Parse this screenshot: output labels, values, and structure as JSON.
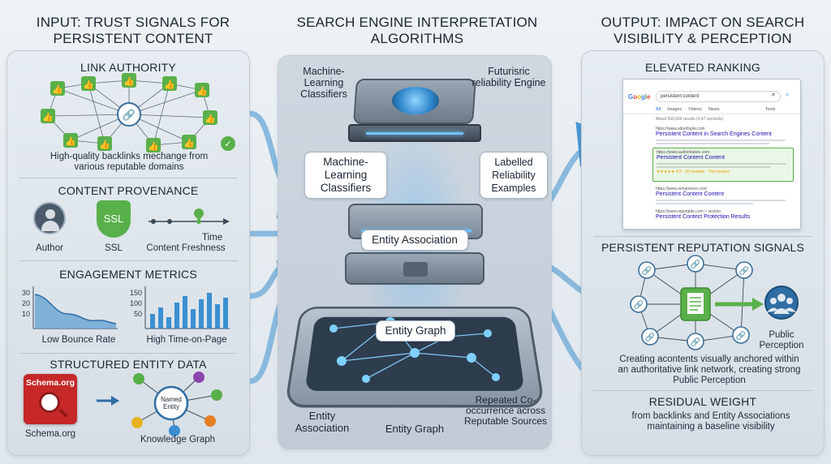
{
  "columns": {
    "input_title": "INPUT: TRUST SIGNALS FOR PERSISTENT CONTENT",
    "engine_title": "SEARCH ENGINE INTERPRETATION ALGORITHMS",
    "output_title": "OUTPUT: IMPACT ON SEARCH VISIBILITY & PERCEPTION"
  },
  "input": {
    "link_authority": {
      "title": "LINK AUTHORITY",
      "caption": "High-quality backlinks mechange from various reputable domains"
    },
    "provenance": {
      "title": "CONTENT PROVENANCE",
      "author": "Author",
      "ssl_badge": "SSL",
      "ssl_label": "SSL",
      "time": "Time",
      "freshness": "Content Freshness"
    },
    "engagement": {
      "title": "ENGAGEMENT METRICS",
      "chart1_ticks": [
        "30",
        "20",
        "10"
      ],
      "chart1_label": "Low Bounce Rate",
      "chart2_ticks": [
        "150",
        "100",
        "50"
      ],
      "chart2_label": "High Time-on-Page"
    },
    "structured": {
      "title": "STRUCTURED ENTITY DATA",
      "schema_badge": "Schema.org",
      "schema_label": "Schema.org",
      "named_entity": "Named Entity",
      "kg_label": "Knowledge Graph"
    }
  },
  "engine": {
    "label_ml_top": "Machine-Learning Classifiers",
    "label_futuristic": "Futurisric reliability Engine",
    "label_ml_box": "Machine-Learning Classifiers",
    "label_reliability": "Labelled Reliability Examples",
    "label_entity_assoc": "Entity Association",
    "label_entity_graph": "Entity Graph",
    "label_entity_assoc_bottom": "Entity Association",
    "label_entity_graph_bottom": "Entity Graph",
    "label_repeated": "Repeated Co-occurrence across Reputable Sources"
  },
  "output": {
    "ranking": {
      "title": "ELEVATED RANKING",
      "search_query": "persistent content",
      "tabs": [
        "All",
        "Images",
        "Videos",
        "News",
        "Tools"
      ],
      "result_count": "About 550,000 results (0.47 seconds)",
      "results": [
        {
          "url": "https://www.sdurdlsple.com",
          "title": "Persistent Content in Search Engines Content"
        },
        {
          "url": "https://www.authoritative.com",
          "title": "Persistent Content Content",
          "rating": "★★★★★ 4.5 · 92 reviews · This feature"
        },
        {
          "url": "https://www.remanence.com",
          "title": "Persistent Content Content"
        },
        {
          "url": "https://www.reputable.com > section",
          "title": "Persistent Contect Protection Results"
        }
      ]
    },
    "reputation": {
      "title": "PERSISTENT REPUTATION SIGNALS",
      "public_perception": "Public Perception",
      "caption": "Creating acontents visually anchored within an authoritative link network, creating strong Public Perception"
    },
    "residual": {
      "title": "RESIDUAL WEIGHT",
      "caption": "from backlinks and Entity Associations maintaining a baseline visibility"
    }
  },
  "colors": {
    "accent_blue": "#3b8fd1",
    "thumb_green": "#59b04a",
    "schema_red": "#c62828",
    "panel_bg": "#dfe6ec"
  }
}
